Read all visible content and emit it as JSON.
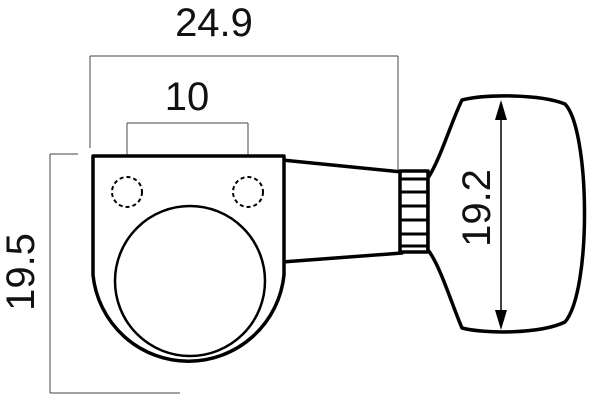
{
  "dimensions": {
    "overall_width": "24.9",
    "hole_spacing": "10",
    "body_height": "19.5",
    "button_height": "19.2"
  }
}
